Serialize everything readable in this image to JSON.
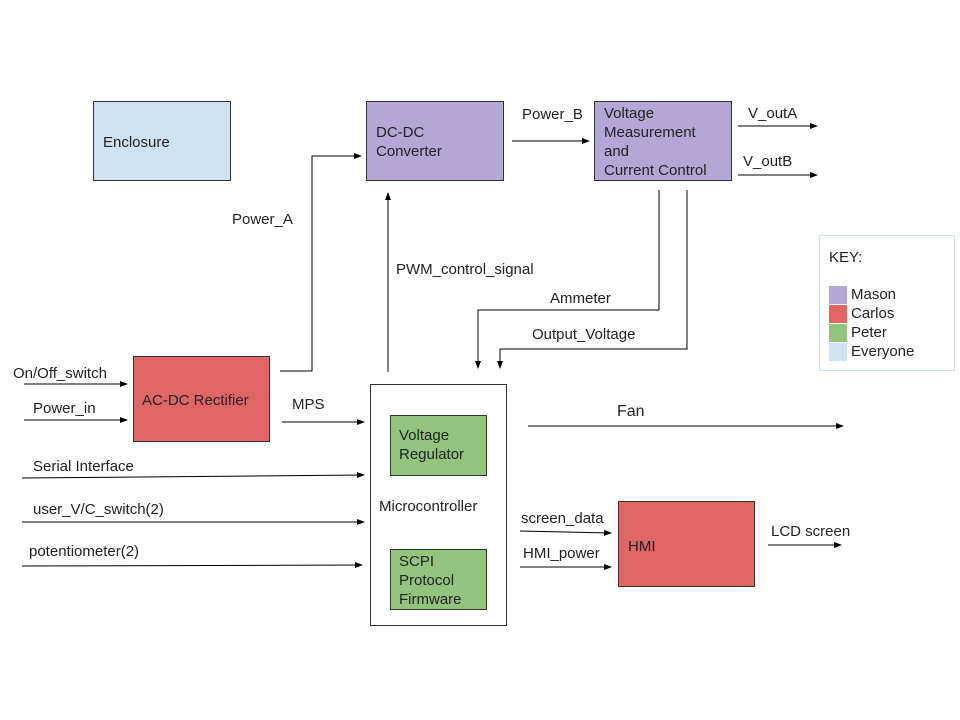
{
  "colors": {
    "Mason": "#b4a7d6",
    "Carlos": "#e06666",
    "Peter": "#93c47d",
    "Everyone": "#cfe2f3"
  },
  "blocks": {
    "enclosure": "Enclosure",
    "dcdc": "DC-DC\nConverter",
    "vmeas": "Voltage\nMeasurement\nand\nCurrent Control",
    "acdc": "AC-DC Rectifier",
    "microcontroller": "Microcontroller",
    "vreg": "Voltage\nRegulator",
    "scpi": "SCPI\nProtocol\nFirmware",
    "hmi": "HMI"
  },
  "signals": {
    "power_b": "Power_B",
    "v_outa": "V_outA",
    "v_outb": "V_outB",
    "power_a": "Power_A",
    "pwm": "PWM_control_signal",
    "ammeter": "Ammeter",
    "output_voltage": "Output_Voltage",
    "onoff": "On/Off_switch",
    "power_in": "Power_in",
    "mps": "MPS",
    "fan": "Fan",
    "serial": "Serial Interface",
    "uservc": "user_V/C_switch(2)",
    "pot": "potentiometer(2)",
    "screen_data": "screen_data",
    "hmi_power": "HMI_power",
    "lcd": "LCD screen"
  },
  "key": {
    "title": "KEY:",
    "items": [
      {
        "name": "Mason",
        "color": "#b4a7d6"
      },
      {
        "name": "Carlos",
        "color": "#e06666"
      },
      {
        "name": "Peter",
        "color": "#93c47d"
      },
      {
        "name": "Everyone",
        "color": "#cfe2f3"
      }
    ]
  }
}
